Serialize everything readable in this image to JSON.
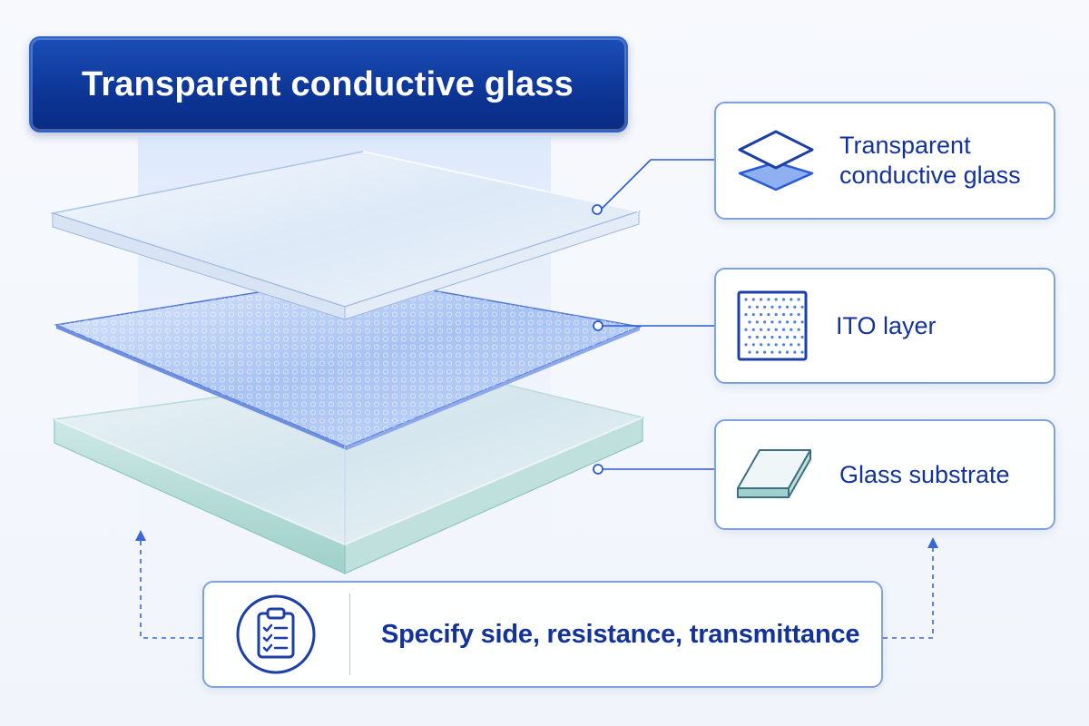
{
  "title": "Transparent conductive glass",
  "callouts": {
    "top_layer": {
      "label": "Transparent conductive glass",
      "icon": "stacked-layers-icon"
    },
    "middle_layer": {
      "label": "ITO layer",
      "icon": "dotted-grid-icon"
    },
    "bottom_layer": {
      "label": "Glass substrate",
      "icon": "glass-slab-icon"
    }
  },
  "spec_box": {
    "label": "Specify side, resistance, transmittance",
    "icon": "clipboard-checklist-icon"
  },
  "colors": {
    "title_bg": "#0d3596",
    "accent": "#2a5bd7",
    "text": "#14339a",
    "card_border": "#7fa2de",
    "glass_edge": "#8cc7c2"
  }
}
